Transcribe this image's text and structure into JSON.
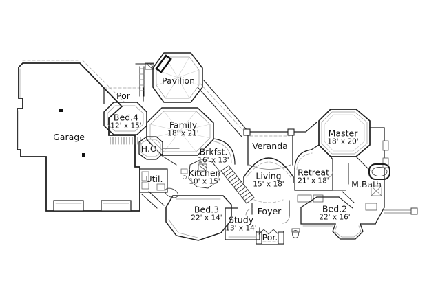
{
  "plan": {
    "rooms": [
      {
        "name": "Garage",
        "dims": ""
      },
      {
        "name": "Por",
        "dims": ""
      },
      {
        "name": "Bed.4",
        "dims": "12' x 15'"
      },
      {
        "name": "Pavilion",
        "dims": ""
      },
      {
        "name": "Family",
        "dims": "18' x 21'"
      },
      {
        "name": "H.O.",
        "dims": ""
      },
      {
        "name": "Brkfst.",
        "dims": "16' x 13'"
      },
      {
        "name": "Kitchen",
        "dims": "10' x 15'"
      },
      {
        "name": "Util.",
        "dims": ""
      },
      {
        "name": "Veranda",
        "dims": ""
      },
      {
        "name": "Living",
        "dims": "15' x 18'"
      },
      {
        "name": "Master",
        "dims": "18' x 20'"
      },
      {
        "name": "Retreat",
        "dims": "21' x 18'"
      },
      {
        "name": "M.Bath",
        "dims": ""
      },
      {
        "name": "Bed.3",
        "dims": "22' x 14'"
      },
      {
        "name": "Study",
        "dims": "13' x 14'"
      },
      {
        "name": "Foyer",
        "dims": ""
      },
      {
        "name": "Bed.2",
        "dims": "22' x 16'"
      },
      {
        "name": "Por.",
        "dims": ""
      }
    ],
    "colors": {
      "wall": "#1f1f1f",
      "light_line": "#999999",
      "dashed_line": "#b5b5b5",
      "text": "#141414",
      "background": "#ffffff"
    }
  }
}
